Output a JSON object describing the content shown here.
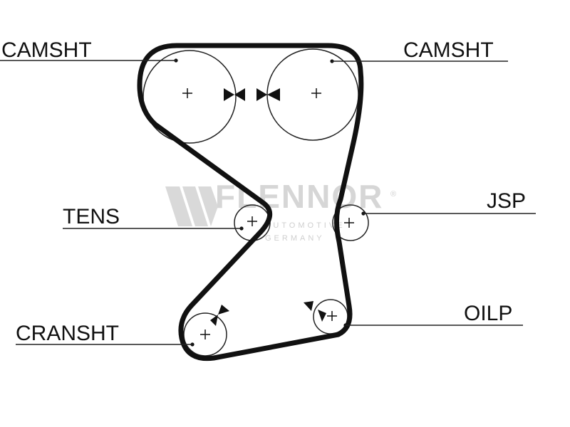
{
  "labels": {
    "camshaft_left": "CAMSHT",
    "camshaft_right": "CAMSHT",
    "tensioner": "TENS",
    "jsp": "JSP",
    "crankshaft": "CRANSHT",
    "oil_pump": "OILP"
  },
  "watermark": {
    "brand": "FLENNOR",
    "registered": "®",
    "line1": "AUTOMOTIVE",
    "line2": "GERMANY"
  },
  "colors": {
    "belt": "#111111",
    "pulley": "#222222",
    "watermark": "#d6d6d6"
  }
}
